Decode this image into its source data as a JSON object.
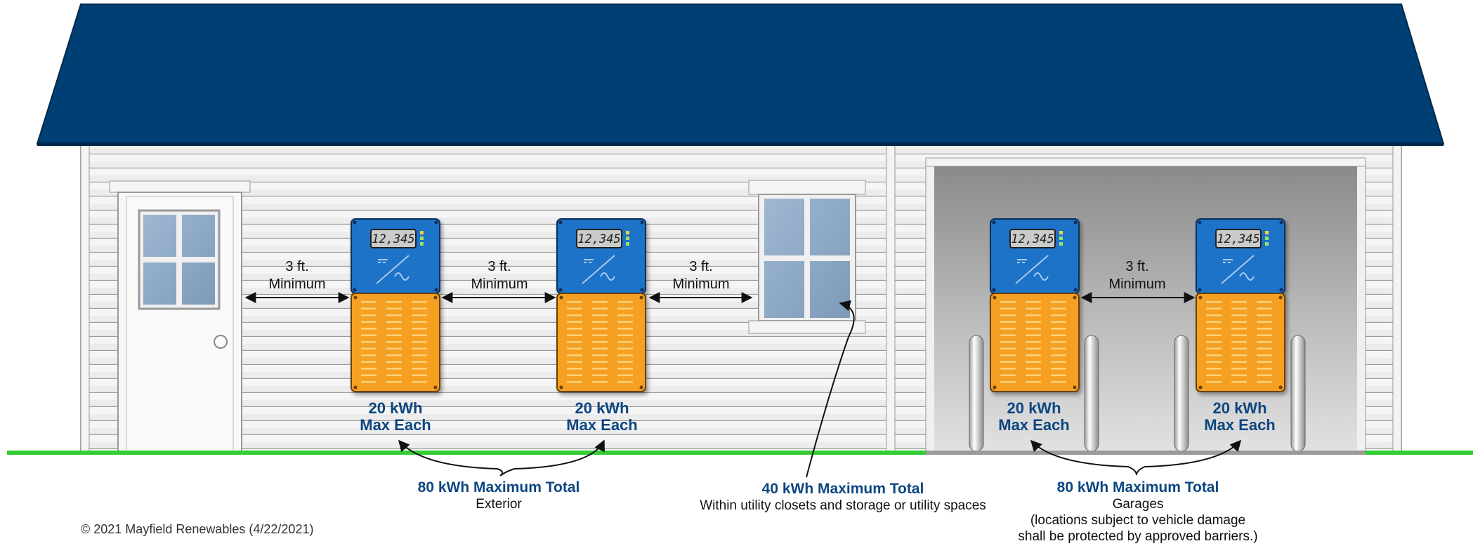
{
  "gap_label": {
    "distance": "3 ft.",
    "qualifier": "Minimum"
  },
  "unit": {
    "display": "12,345",
    "capacity_line1": "20 kWh",
    "capacity_line2": "Max Each"
  },
  "zones": {
    "exterior": {
      "title": "80 kWh Maximum Total",
      "subtitle": "Exterior"
    },
    "utility": {
      "title": "40 kWh Maximum Total",
      "subtitle": "Within utility closets and storage or utility spaces"
    },
    "garage": {
      "title": "80 kWh Maximum Total",
      "subtitle": "Garages",
      "note_line1": "(locations subject to vehicle damage",
      "note_line2": "shall be protected by approved barriers.)"
    }
  },
  "copyright": "© 2021 Mayfield Renewables (4/22/2021)",
  "colors": {
    "roof": "#003f73",
    "siding": "#e4e4e4",
    "inverter_blue": "#1e73c8",
    "battery_orange": "#f5a020",
    "ground_line": "#33cc33",
    "label_blue": "#0d4680"
  }
}
